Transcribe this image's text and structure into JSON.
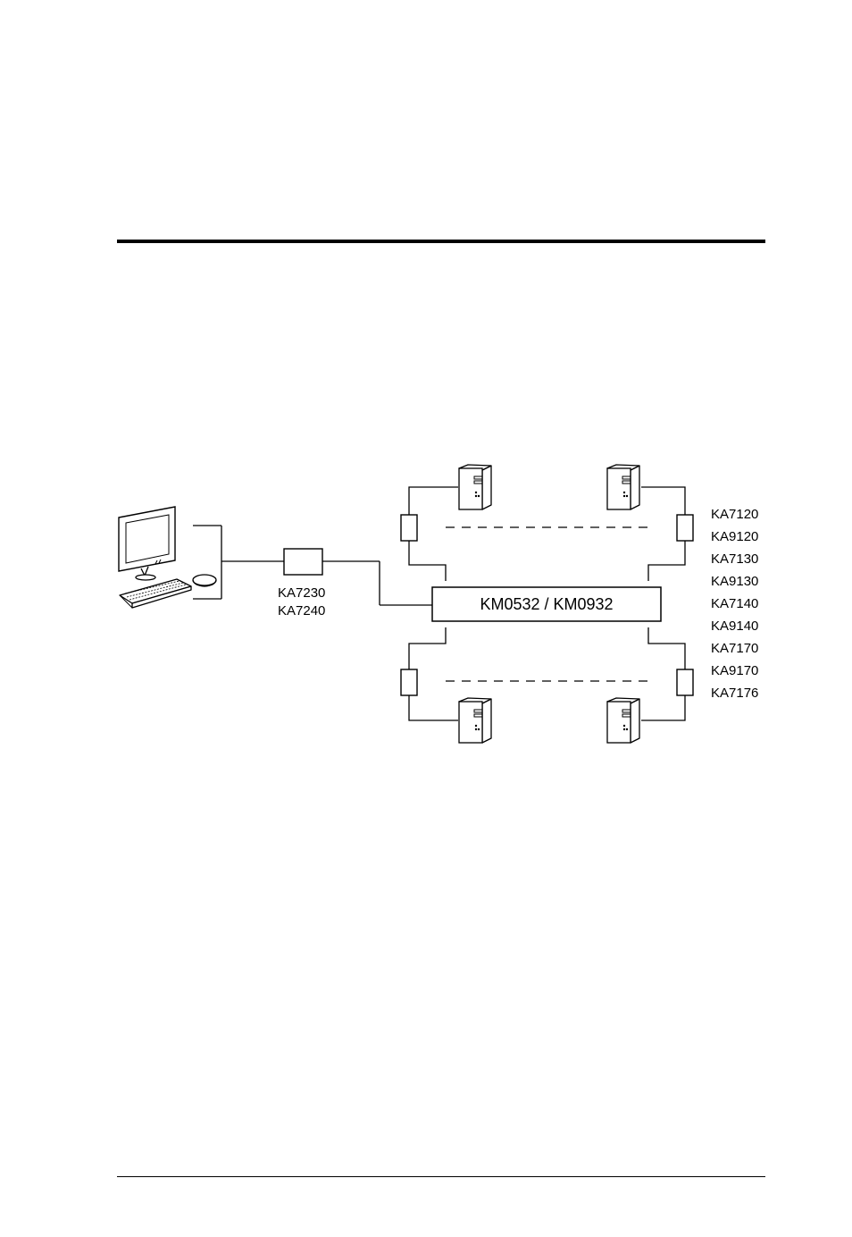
{
  "diagram": {
    "switch_label": "KM0532 / KM0932",
    "console_adapter_models": [
      "KA7230",
      "KA7240"
    ],
    "computer_adapter_models": [
      "KA7120",
      "KA9120",
      "KA7130",
      "KA9130",
      "KA7140",
      "KA9140",
      "KA7170",
      "KA9170",
      "KA7176"
    ]
  }
}
